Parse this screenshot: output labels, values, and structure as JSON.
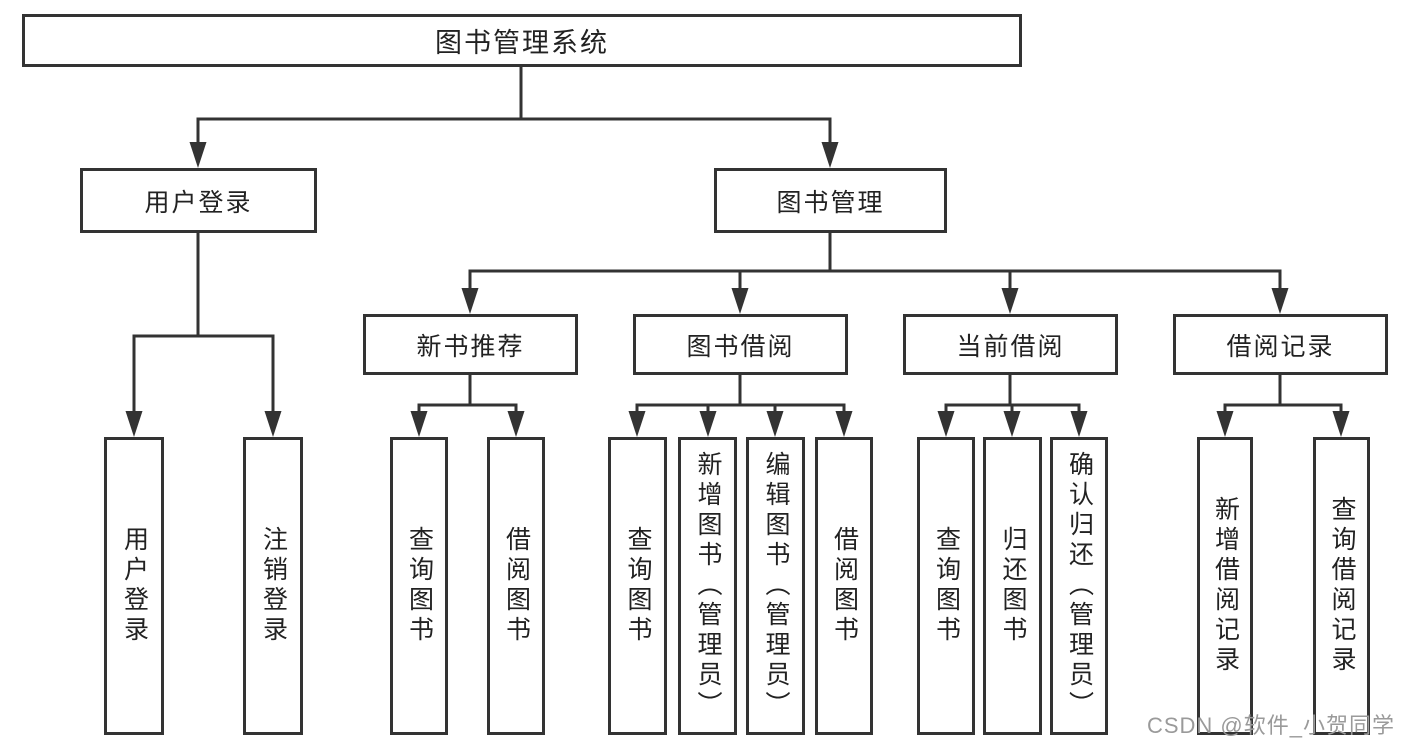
{
  "diagram": {
    "root": {
      "label": "图书管理系统"
    },
    "level1": [
      {
        "label": "用户登录"
      },
      {
        "label": "图书管理"
      }
    ],
    "level2": [
      {
        "label": "新书推荐"
      },
      {
        "label": "图书借阅"
      },
      {
        "label": "当前借阅"
      },
      {
        "label": "借阅记录"
      }
    ],
    "leaves": {
      "user_login": [
        {
          "label": "用户登录"
        },
        {
          "label": "注销登录"
        }
      ],
      "new_book_recommend": [
        {
          "label": "查询图书"
        },
        {
          "label": "借阅图书"
        }
      ],
      "book_borrow": [
        {
          "label": "查询图书"
        },
        {
          "label": "新增图书（管理员）"
        },
        {
          "label": "编辑图书（管理员）"
        },
        {
          "label": "借阅图书"
        }
      ],
      "current_borrow": [
        {
          "label": "查询图书"
        },
        {
          "label": "归还图书"
        },
        {
          "label": "确认归还（管理员）"
        }
      ],
      "borrow_records": [
        {
          "label": "新增借阅记录"
        },
        {
          "label": "查询借阅记录"
        }
      ]
    }
  },
  "watermark": {
    "text": "CSDN @软件_小贺同学"
  },
  "colors": {
    "line": "#333333",
    "box_border": "#333333",
    "box_fill": "#ffffff",
    "text": "#222222",
    "watermark": "#9a9a9a"
  }
}
